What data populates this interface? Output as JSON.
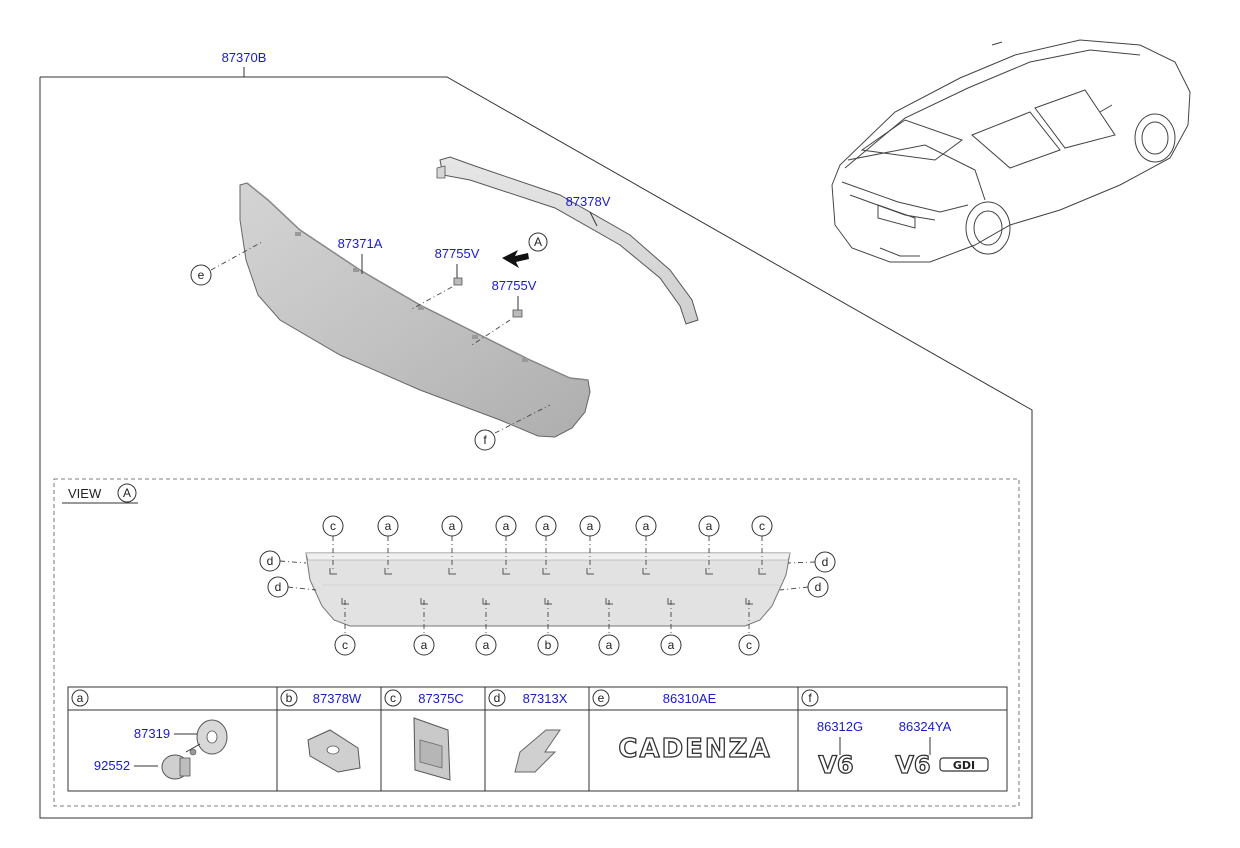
{
  "assembly_part": "87370B",
  "parts": {
    "garnish": "87371A",
    "molding": "87378V",
    "retainer_upper": "87755V",
    "retainer_lower": "87755V"
  },
  "view": {
    "title": "VIEW",
    "marker": "A"
  },
  "callouts": {
    "e": "e",
    "f": "f",
    "top": [
      "c",
      "a",
      "a",
      "a",
      "a",
      "a",
      "a",
      "a",
      "c"
    ],
    "side_left": [
      "d",
      "d"
    ],
    "side_right": [
      "d",
      "d"
    ],
    "bottom": [
      "c",
      "a",
      "a",
      "b",
      "a",
      "a",
      "c"
    ]
  },
  "table": {
    "cells": [
      {
        "letter": "a",
        "part": ""
      },
      {
        "letter": "b",
        "part": "87378W"
      },
      {
        "letter": "c",
        "part": "87375C"
      },
      {
        "letter": "d",
        "part": "87313X"
      },
      {
        "letter": "e",
        "part": "86310AE"
      },
      {
        "letter": "f",
        "part": ""
      }
    ],
    "a_parts": [
      "87319",
      "92552"
    ],
    "f_parts": [
      "86312G",
      "86324YA"
    ]
  },
  "emblems": {
    "cadenza": "CADENZA",
    "v6": "V6",
    "v6_gdi": "V6",
    "gdi": "GDI"
  }
}
